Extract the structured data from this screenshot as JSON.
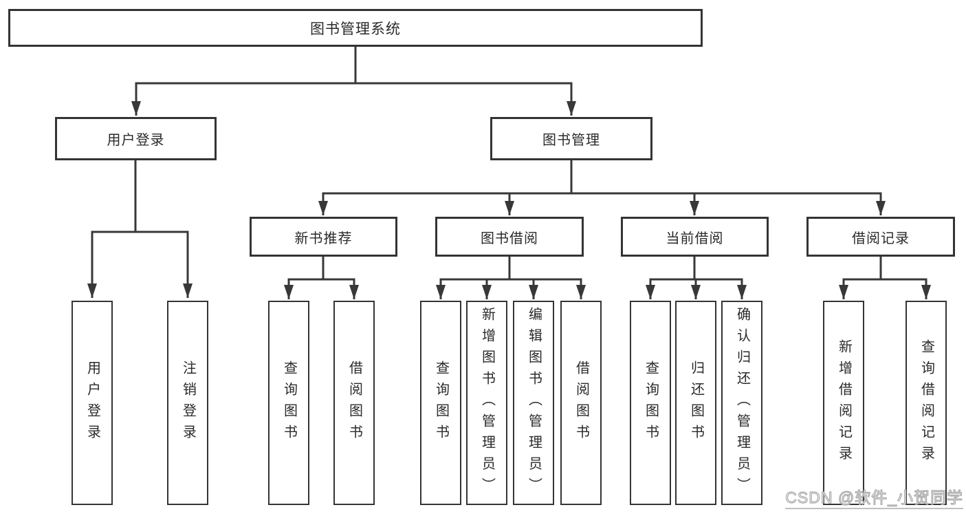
{
  "root": {
    "label": "图书管理系统",
    "children": [
      {
        "label": "用户登录",
        "children": [
          {
            "label": "用户登录"
          },
          {
            "label": "注销登录"
          }
        ]
      },
      {
        "label": "图书管理",
        "children": [
          {
            "label": "新书推荐",
            "children": [
              {
                "label": "查询图书"
              },
              {
                "label": "借阅图书"
              }
            ]
          },
          {
            "label": "图书借阅",
            "children": [
              {
                "label": "查询图书"
              },
              {
                "label": "新增图书（管理员）"
              },
              {
                "label": "编辑图书（管理员）"
              },
              {
                "label": "借阅图书"
              }
            ]
          },
          {
            "label": "当前借阅",
            "children": [
              {
                "label": "查询图书"
              },
              {
                "label": "归还图书"
              },
              {
                "label": "确认归还（管理员）"
              }
            ]
          },
          {
            "label": "借阅记录",
            "children": [
              {
                "label": "新增借阅记录"
              },
              {
                "label": "查询借阅记录"
              }
            ]
          }
        ]
      }
    ]
  },
  "watermark": {
    "text": "CSDN @软件_小贺同学"
  },
  "colors": {
    "line": "#383838",
    "box_border": "#343434",
    "text": "#2a2a2a",
    "background": "#ffffff",
    "watermark_fill": "#ffffff",
    "watermark_outline": "#a9a9a9"
  }
}
